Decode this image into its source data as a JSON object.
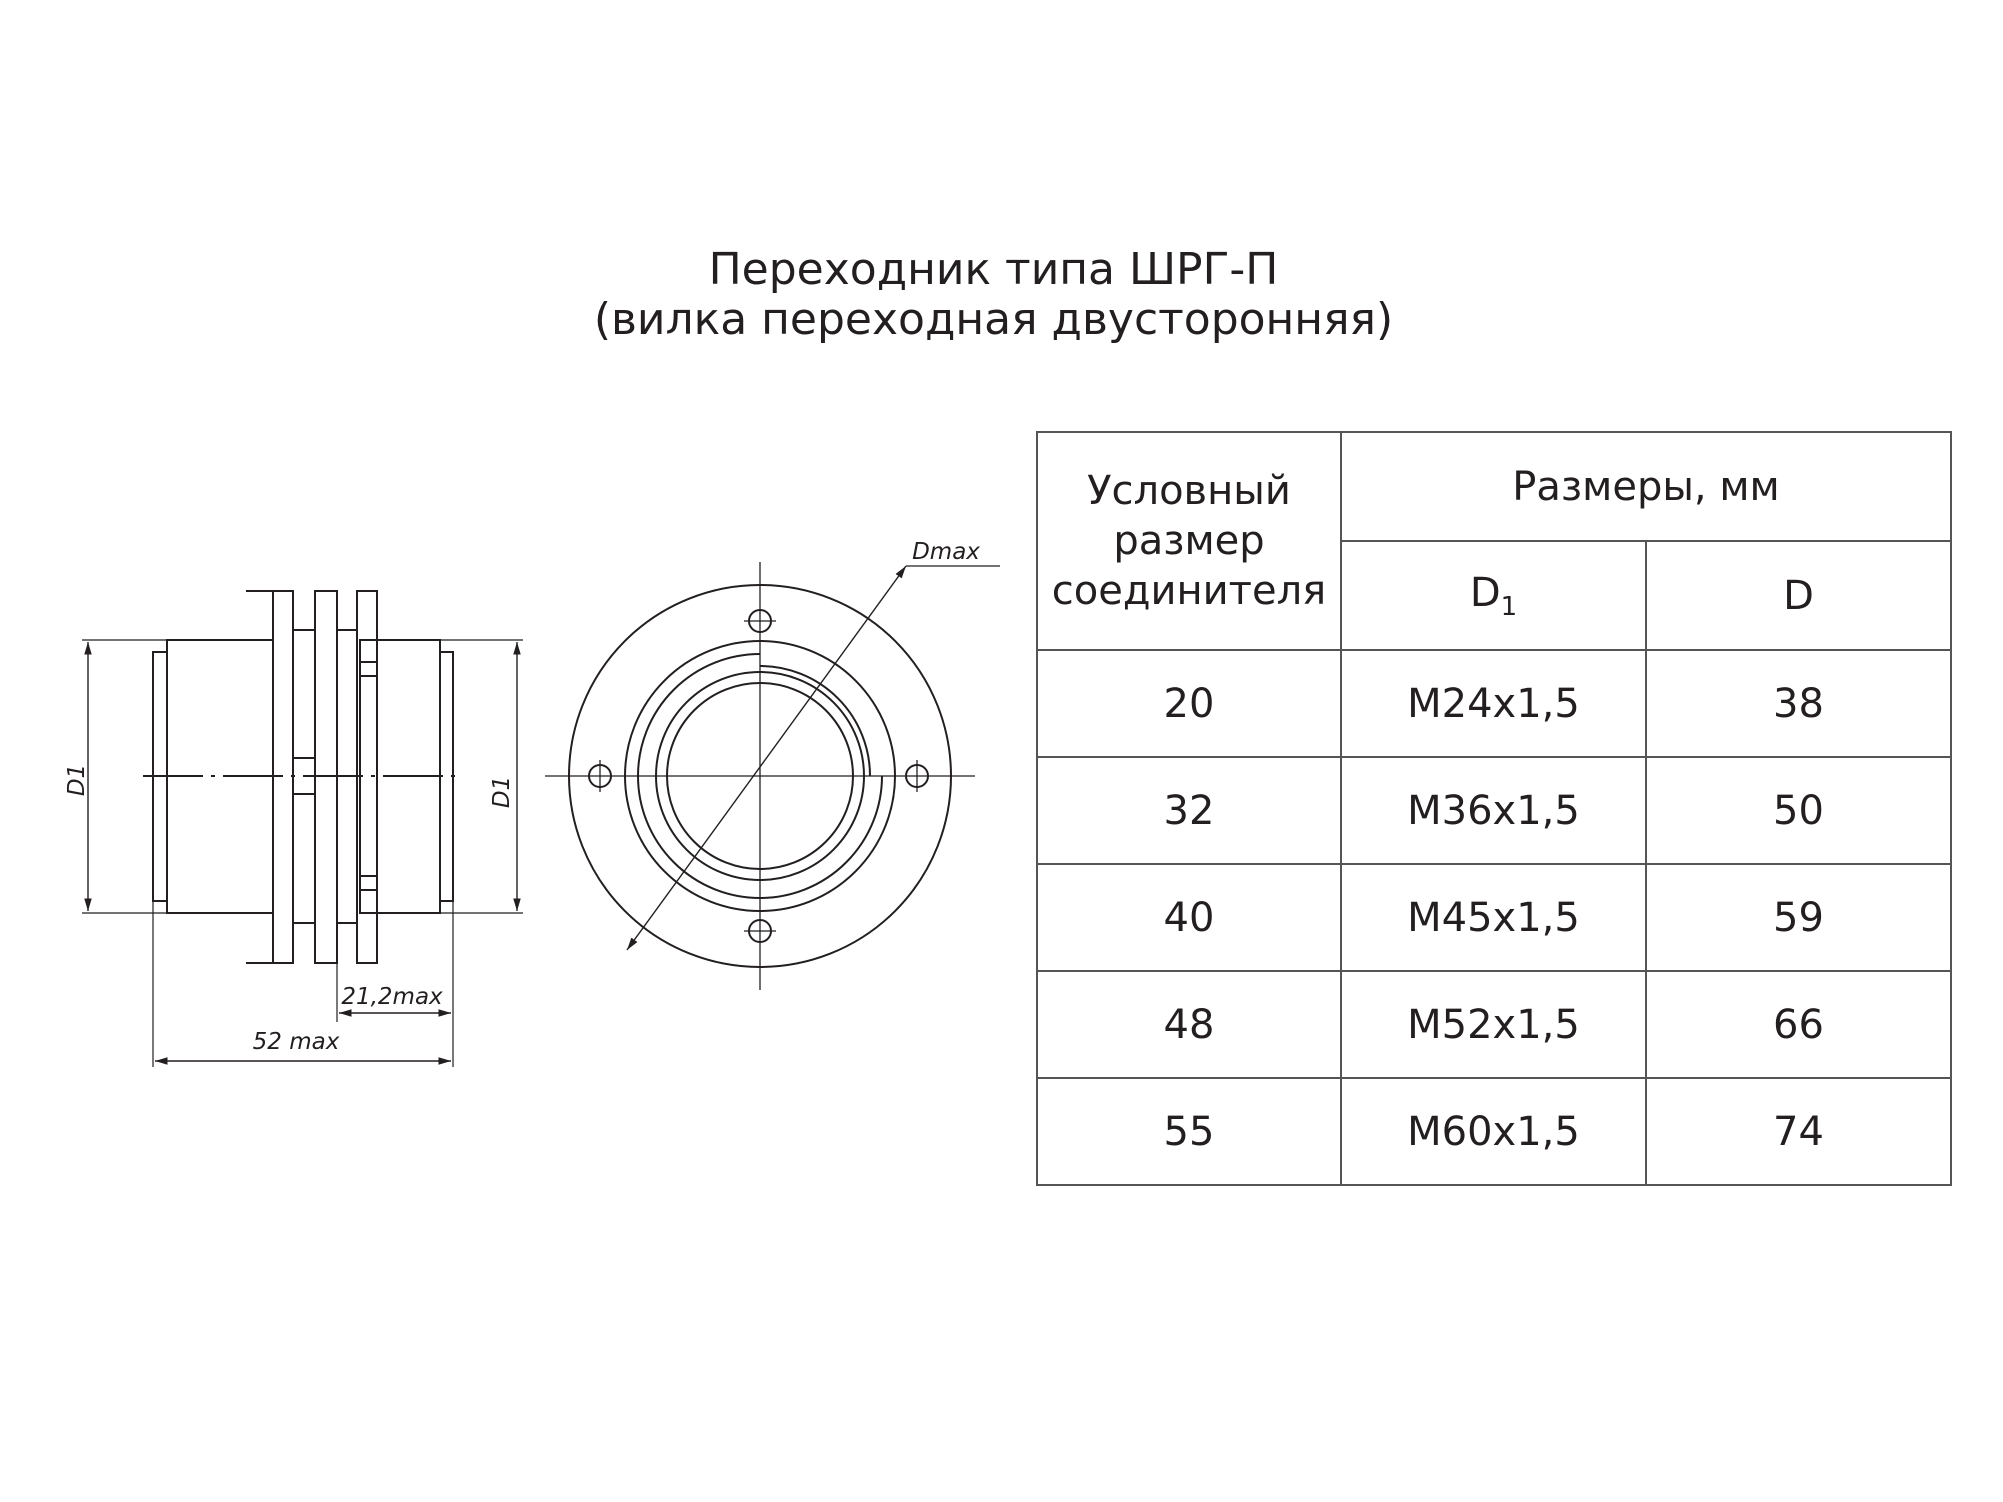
{
  "title": {
    "line1": "Переходник типа ШРГ-П",
    "line2": "(вилка переходная двусторонняя)"
  },
  "drawing": {
    "side_view": {
      "label_d1_left": "D1",
      "label_d1_right": "D1",
      "label_width_inner": "21,2max",
      "label_width_total": "52 max"
    },
    "front_view": {
      "label_dmax": "Dmax"
    }
  },
  "table": {
    "header": {
      "conditional_size": [
        "Условный",
        "размер",
        "соединителя"
      ],
      "dimensions": "Размеры, мм",
      "col_d1": "D",
      "col_d1_sub": "1",
      "col_d": "D"
    },
    "rows": [
      {
        "size": "20",
        "d1": "М24х1,5",
        "d": "38"
      },
      {
        "size": "32",
        "d1": "М36х1,5",
        "d": "50"
      },
      {
        "size": "40",
        "d1": "М45х1,5",
        "d": "59"
      },
      {
        "size": "48",
        "d1": "М52х1,5",
        "d": "66"
      },
      {
        "size": "55",
        "d1": "М60х1,5",
        "d": "74"
      }
    ]
  }
}
